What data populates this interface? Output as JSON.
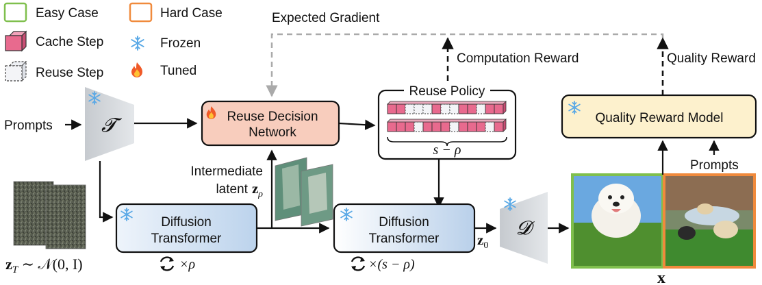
{
  "legend": {
    "easy_case": "Easy Case",
    "hard_case": "Hard Case",
    "cache_step": "Cache Step",
    "frozen": "Frozen",
    "reuse_step": "Reuse Step",
    "tuned": "Tuned"
  },
  "labels": {
    "expected_gradient": "Expected Gradient",
    "computation_reward": "Computation Reward",
    "quality_reward": "Quality Reward",
    "prompts_left": "Prompts",
    "prompts_right": "Prompts",
    "intermediate_line1": "Intermediate",
    "intermediate_line2": "latent",
    "intermediate_symbol": "z",
    "intermediate_sub": "ρ"
  },
  "blocks": {
    "text_encoder": "𝓣",
    "decision_line1": "Reuse Decision",
    "decision_line2": "Network",
    "policy_title": "Reuse Policy",
    "policy_formula": "s − ρ",
    "dit1_line1": "Diffusion",
    "dit1_line2": "Transformer",
    "dit2_line1": "Diffusion",
    "dit2_line2": "Transformer",
    "decoder": "𝓓",
    "quality_model": "Quality Reward Model"
  },
  "math": {
    "noise": "z",
    "noise_sub": "T",
    "noise_rest": " ∼ 𝒩(0, I)",
    "z0": "z",
    "z0_sub": "0",
    "output_x": "x",
    "loop1_count": "×ρ",
    "loop2_count": "×(s − ρ)"
  },
  "colors": {
    "easy": "#7fbf4d",
    "hard": "#f08a3c",
    "cache": "#e86a8e",
    "decision": "#f8cdbd",
    "transformer": "#d6e6f7",
    "quality": "#fdf1cd",
    "encoder": "#cfd3d8"
  },
  "icons": {
    "frozen": "snowflake-icon",
    "tuned": "fire-icon",
    "loop": "cycle-arrows-icon"
  }
}
